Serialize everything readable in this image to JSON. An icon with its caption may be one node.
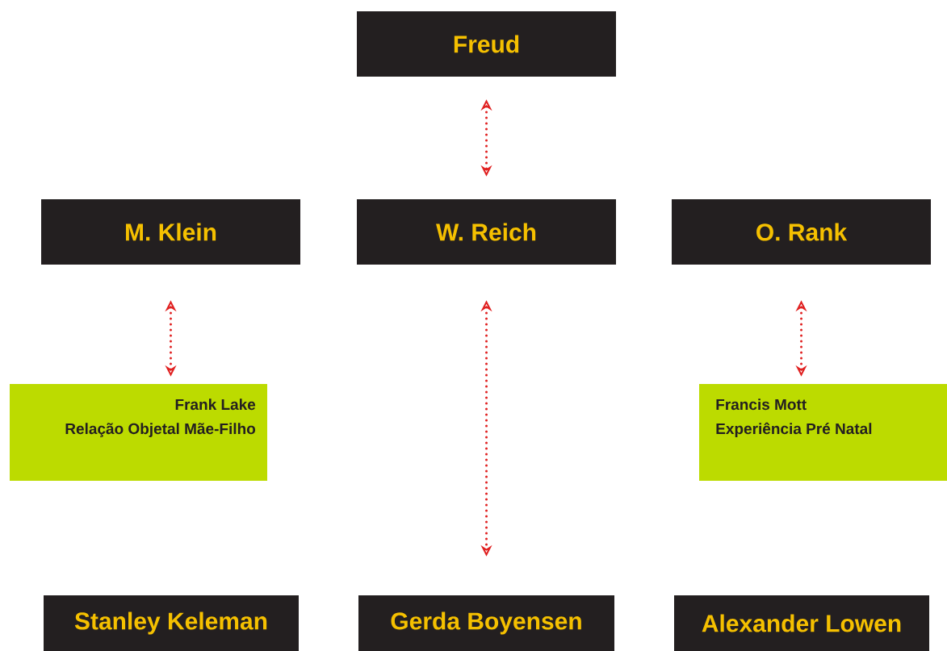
{
  "diagram": {
    "nodes": [
      {
        "text": [
          "Freud"
        ]
      },
      {
        "text": [
          "M. Klein"
        ]
      },
      {
        "text": [
          "W. Reich"
        ]
      },
      {
        "text": [
          "O. Rank"
        ]
      },
      {
        "text": [
          "Frank Lake",
          "Relação Objetal Mãe-Filho"
        ]
      },
      {
        "text": [
          "Francis Mott",
          "Experiência Pré Natal"
        ]
      },
      {
        "text": [
          "Stanley Keleman"
        ]
      },
      {
        "text": [
          "Gerda Boyensen"
        ]
      },
      {
        "text": [
          "Alexander Lowen"
        ]
      }
    ],
    "edges": [
      {
        "from": 0,
        "to": 2,
        "arrow": "both"
      },
      {
        "from": 1,
        "to": 4,
        "arrow": "both"
      },
      {
        "from": 2,
        "to": 7,
        "arrow": "both"
      },
      {
        "from": 3,
        "to": 5,
        "arrow": "both"
      }
    ]
  }
}
